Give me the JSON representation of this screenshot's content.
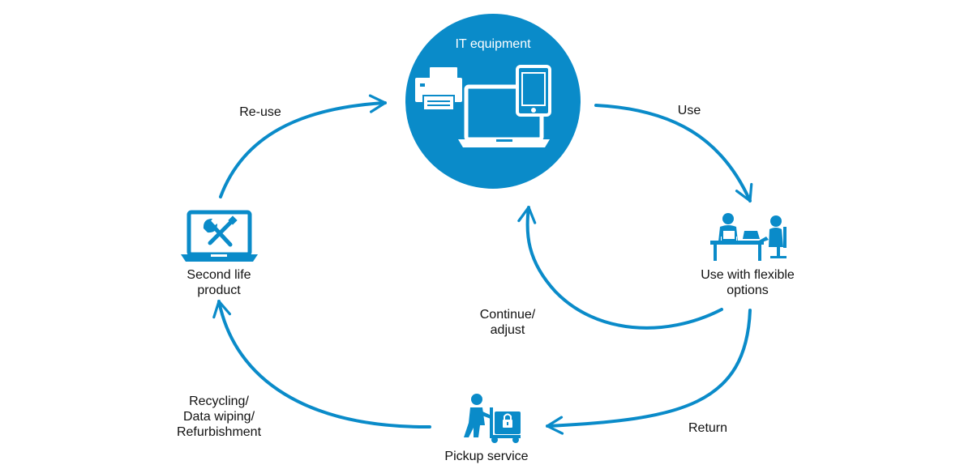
{
  "colors": {
    "primary": "#0a8bc9",
    "text": "#111111",
    "background": "#ffffff",
    "on_primary": "#ffffff"
  },
  "center": {
    "title": "IT equipment",
    "icons": [
      "printer-icon",
      "laptop-icon",
      "tablet-icon"
    ]
  },
  "nodes": {
    "use_flexible": {
      "line1": "Use with flexible",
      "line2": "options",
      "icon": "office-desk-icon"
    },
    "pickup": {
      "line1": "Pickup service",
      "icon": "pickup-trolley-icon"
    },
    "second_life": {
      "line1": "Second life",
      "line2": "product",
      "icon": "laptop-repair-icon"
    }
  },
  "edges": {
    "use": "Use",
    "continue": {
      "line1": "Continue/",
      "line2": "adjust"
    },
    "return": "Return",
    "recycling": {
      "line1": "Recycling/",
      "line2": "Data wiping/",
      "line3": "Refurbishment"
    },
    "reuse": "Re-use"
  }
}
